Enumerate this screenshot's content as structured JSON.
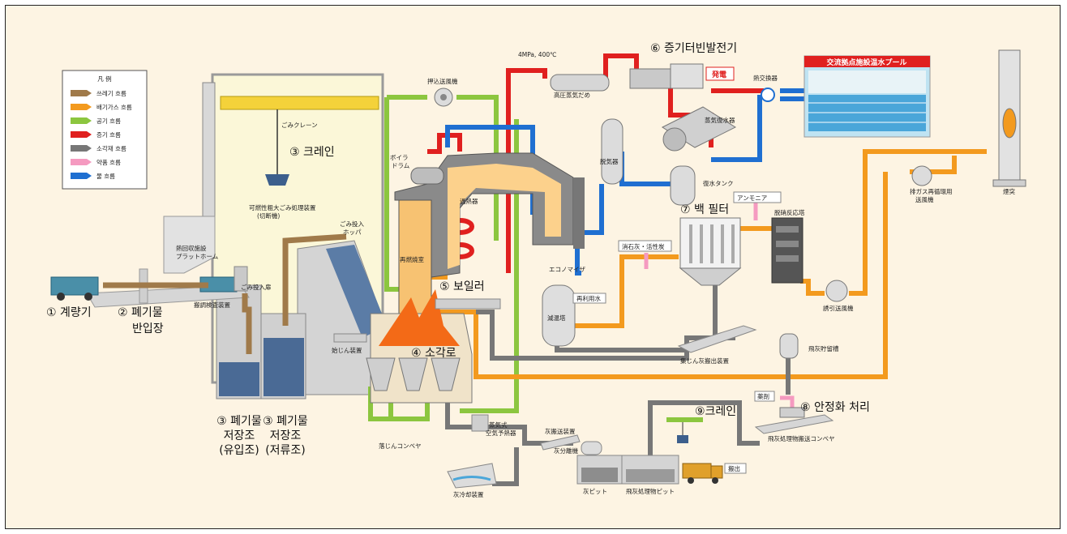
{
  "legend": {
    "title": "凡 例",
    "items": [
      {
        "label": "쓰레기 흐름",
        "color": "#a07a4a"
      },
      {
        "label": "배기가스 흐름",
        "color": "#f39a1e"
      },
      {
        "label": "공기 흐름",
        "color": "#8cc63f"
      },
      {
        "label": "증기 흐름",
        "color": "#e0201f"
      },
      {
        "label": "소각재 흐름",
        "color": "#777777"
      },
      {
        "label": "약품 흐름",
        "color": "#f59ac0"
      },
      {
        "label": "물 흐름",
        "color": "#1f6fd1"
      }
    ]
  },
  "labels_kr": {
    "scale": "① 계량기",
    "receiving_1": "② 폐기물",
    "receiving_2": "반입장",
    "crane": "③ 크레인",
    "pit_in_1": "③ 폐기물",
    "pit_in_2": "저장조",
    "pit_in_3": "(유입조)",
    "pit_store_1": "③ 폐기물",
    "pit_store_2": "저장조",
    "pit_store_3": "(저류조)",
    "incinerator": "④ 소각로",
    "boiler": "⑤ 보일러",
    "turbine": "⑥ 증기터빈발전기",
    "bag_filter": "⑦ 백 필터",
    "stabilization": "⑧ 안정화 처리",
    "crane2": "⑨크레인"
  },
  "labels_jp": {
    "crane": "ごみクレーン",
    "shredder_1": "可燃性粗大ごみ処理装置",
    "shredder_2": "(切断機)",
    "hopper_1": "ごみ投入",
    "hopper_2": "ホッパ",
    "platform_1": "熱回収施設",
    "platform_2": "プラットホーム",
    "inlet_door": "ごみ投入扉",
    "inspection": "搬調検査装置",
    "push_fan": "押込送風機",
    "boiler_drum_1": "ボイラ",
    "boiler_drum_2": "ドラム",
    "superheater": "過熱器",
    "reburn": "再燃焼室",
    "economizer": "エコノマイザ",
    "reuse_water": "再利用水",
    "cooling_tower": "減温塔",
    "steam_spec": "4MPa, 400℃",
    "hp_header": "高圧蒸気だめ",
    "power": "発電",
    "heat_exchanger": "熱交換器",
    "condenser": "蒸気復水器",
    "deaerator": "脱気器",
    "return_tank": "復水タンク",
    "pool_banner": "交流拠点施設温水プール",
    "ammonia": "アンモニア",
    "denox": "脱硝反応塔",
    "lime": "消石灰・活性炭",
    "id_fan": "誘引送風機",
    "recirc_fan_1": "排ガス再循環用",
    "recirc_fan_2": "送風機",
    "stack": "煙突",
    "ash_conveyor": "集じん灰搬出装置",
    "flyash_silo": "飛灰貯留槽",
    "chem": "薬剤",
    "flyash_conv": "飛灰処理物搬送コンベヤ",
    "unloading": "搬出",
    "ash_pit": "灰ピット",
    "flyash_pit": "飛灰処理物ピット",
    "ash_sorter": "灰分離機",
    "ash_feed": "灰搬送装置",
    "air_preheater_1": "蒸気式",
    "air_preheater_2": "空気予熱器",
    "ash_cooler": "灰冷却装置",
    "dust_conveyor": "落じんコンベヤ",
    "ignition": "始じん装置"
  }
}
